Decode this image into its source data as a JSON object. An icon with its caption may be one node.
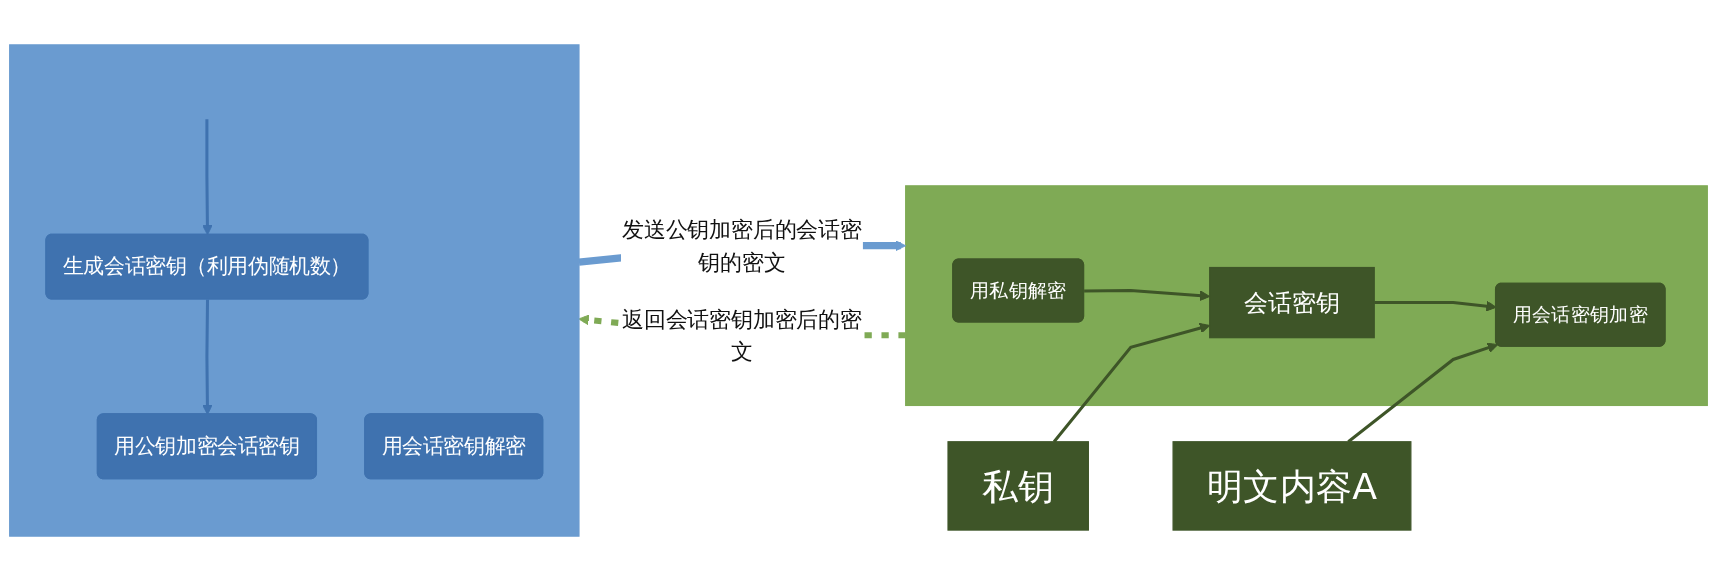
{
  "diagram": {
    "nodes": [
      {
        "text": [],
        "shape": "bar"
      },
      {
        "text": [
          "生成会话密钥（利用伪随机数）"
        ],
        "in": 0
      },
      {
        "text": [
          "用公钥加密会话密钥"
        ],
        "in": 0
      },
      {
        "text": [
          "用会话密钥解密"
        ],
        "in": 0
      },
      {
        "text": [],
        "shape": "bar"
      },
      {
        "text": [
          "用私钥解密"
        ],
        "in": 4
      },
      {
        "text": [
          "会话密钥"
        ],
        "in": 4
      },
      {
        "text": [
          "用会话密钥加密"
        ],
        "in": 4
      },
      {
        "text": [
          "私钥"
        ]
      },
      {
        "text": [
          "明文内容A"
        ]
      }
    ],
    "edges": [
      {
        "from": null,
        "to": 1,
        "arrow": "to",
        "color": "#3f72af"
      },
      {
        "from": 1,
        "to": 2,
        "arrow": "to",
        "color": "#3f72af"
      },
      {
        "from": 0,
        "to": 4,
        "arrow": "to",
        "label": "发送公钥加密后的会话密钥的密文",
        "style": "thick",
        "color": "#6a9bd0"
      },
      {
        "from": 5,
        "to": 6,
        "arrow": "to"
      },
      {
        "from": 8,
        "to": 6,
        "arrow": "to"
      },
      {
        "from": 6,
        "to": 7,
        "arrow": "to"
      },
      {
        "from": 9,
        "to": 7,
        "arrow": "to"
      },
      {
        "from": 4,
        "to": 0,
        "arrow": "to",
        "label": "返回会话密钥加密后的密文",
        "style": "dashed",
        "color": "#7faa55"
      }
    ]
  }
}
